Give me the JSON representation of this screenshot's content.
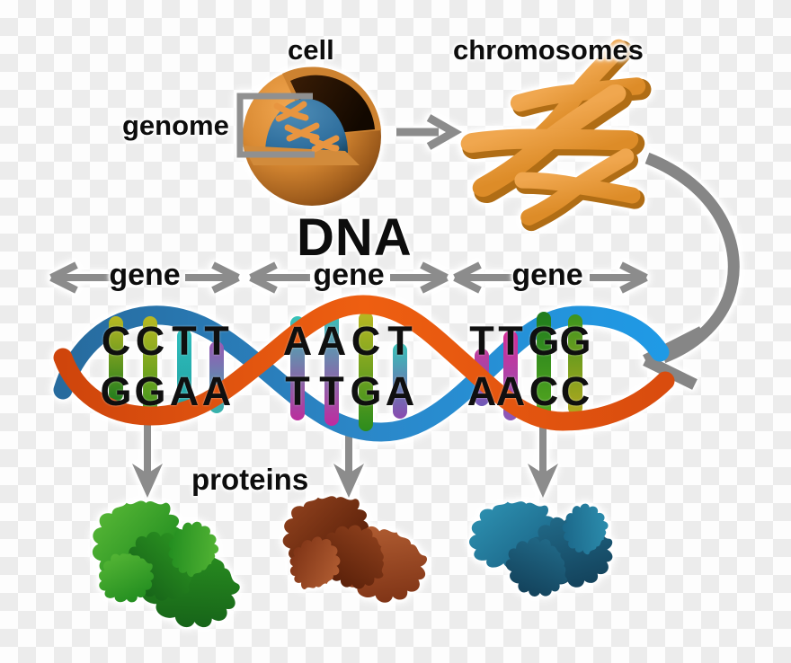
{
  "labels": {
    "cell": "cell",
    "chromosomes": "chromosomes",
    "genome": "genome",
    "dna": "DNA",
    "gene": "gene",
    "proteins": "proteins"
  },
  "dna": {
    "genes": [
      {
        "label": "gene",
        "top": [
          "C",
          "C",
          "T",
          "T"
        ],
        "bottom": [
          "G",
          "G",
          "A",
          "A"
        ],
        "rung_colors": [
          [
            "#b9b822",
            "#1f7c1d"
          ],
          [
            "#b9b822",
            "#3c941d"
          ],
          [
            "#2fbdbd",
            "#1f9e9e"
          ],
          [
            "#9a55b4",
            "#35b4ac"
          ]
        ]
      },
      {
        "label": "gene",
        "top": [
          "A",
          "A",
          "C",
          "T"
        ],
        "bottom": [
          "T",
          "T",
          "G",
          "A"
        ],
        "rung_colors": [
          [
            "#35c4b8",
            "#bb2d9d"
          ],
          [
            "#35c4b8",
            "#c02aa0"
          ],
          [
            "#b9b822",
            "#2c8c1d"
          ],
          [
            "#35c4b8",
            "#8a4ab0"
          ]
        ]
      },
      {
        "label": "gene",
        "top": [
          "T",
          "T",
          "G",
          "G"
        ],
        "bottom": [
          "A",
          "A",
          "C",
          "C"
        ],
        "rung_colors": [
          [
            "#c43a9c",
            "#6f5ab8"
          ],
          [
            "#d42a96",
            "#8a5ab8"
          ],
          [
            "#1f7c1d",
            "#56a81f"
          ],
          [
            "#3c941d",
            "#b2a81f"
          ]
        ]
      }
    ]
  },
  "colors": {
    "text": "#0d0d0d",
    "arrow_gray": "#8c8c8c",
    "bracket_gray": "#909090",
    "strand_blue": "#2a7ab5",
    "strand_orange": "#e0500d",
    "chromosome_orange": "#ec9b44",
    "chromosome_shadow": "#b06d15",
    "cell_orange": "#d98a33",
    "nucleus_blue": "#2f6f9e",
    "protein_green": "#2e9a22",
    "protein_brown": "#94441f",
    "protein_teal": "#23708e",
    "checker_light": "#fdfdfd",
    "checker_dark": "#ececec"
  }
}
